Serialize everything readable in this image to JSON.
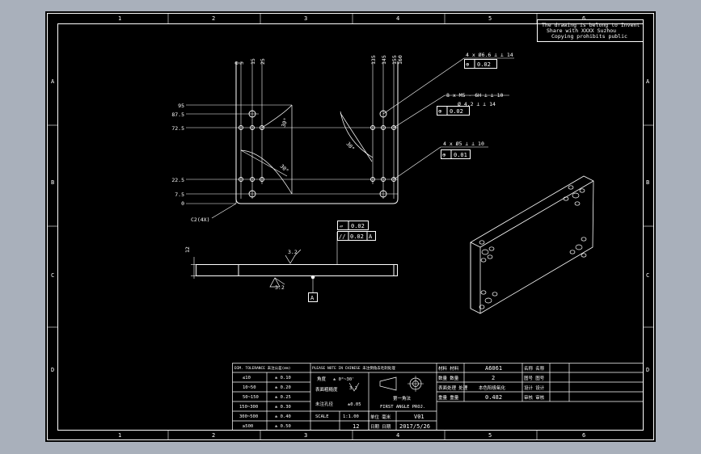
{
  "viewport_bg": "#a9b0bb",
  "sheet_bg": "#000000",
  "line_color": "#ffffff",
  "grid_cols": [
    "1",
    "2",
    "3",
    "4",
    "5",
    "6"
  ],
  "grid_rows": [
    "A",
    "B",
    "C",
    "D"
  ],
  "notice": [
    "The drawing is belong to Invent",
    "Share with XXXX Suzhou",
    "Copying prohibits public"
  ],
  "dims_top_left": [
    "0",
    "5",
    "15",
    "25"
  ],
  "dims_top_right": [
    "135",
    "145",
    "155",
    "160"
  ],
  "dims_left": [
    "95",
    "87.5",
    "72.5",
    "22.5",
    "7.5",
    "0"
  ],
  "angle_labels": [
    "30°",
    "30°",
    "30°"
  ],
  "chamfer_label": "C2(4X)",
  "callouts": [
    {
      "qty": "4 x Ø6.6 ⊥ ⊥ 14",
      "sym": "⊕",
      "tol": "0.02",
      "extra": ""
    },
    {
      "qty": "8 x M5 - 6H ⊥ ⊥ 10",
      "sym": "⊕",
      "tol": "0.02",
      "extra": "Ø 4.2 ⊥ ⊥ 14"
    },
    {
      "qty": "4 x Ø5 ⊥ ⊥ 10",
      "sym": "⊕",
      "tol": "0.01",
      "extra": ""
    }
  ],
  "side_view": {
    "thickness": "12",
    "finish_top": "3.2",
    "finish_bottom": "3.2",
    "datum": "A",
    "gdt_flat": "0.02",
    "gdt_parallel": "0.02",
    "gdt_parallel_datum": "A",
    "gdt_sym_flat": "▱",
    "gdt_sym_parallel": "//"
  },
  "title_block": {
    "tol_header": "DIM. TOLERANCE 未注公差(mm)",
    "tol_rows": [
      [
        "≤10",
        "± 0.10"
      ],
      [
        "10~50",
        "± 0.20"
      ],
      [
        "50~150",
        "± 0.25"
      ],
      [
        "150~300",
        "± 0.30"
      ],
      [
        "300~500",
        "± 0.40"
      ],
      [
        "≥500",
        "± 0.50"
      ]
    ],
    "notes_header": "PLEASE NOTE IN CHINESE 未注倒角去毛刺处理",
    "angle_row": [
      "角度",
      "± 0°~30'"
    ],
    "finish_row": [
      "表面粗糙度",
      "3.2"
    ],
    "hole_row": [
      "未注孔径",
      "±0.05"
    ],
    "scale_row": [
      "SCALE",
      "1:1.00"
    ],
    "proj_label_cn": "第一角法",
    "proj_label_en": "FIRST ANGLE PROJ.",
    "sheet_no": "12",
    "unit_label": "单位 毫米",
    "date_label": "日期 日期",
    "revision": "V01",
    "date": "2017/5/26",
    "info_rows": [
      [
        "材料 材料",
        "A6061",
        "名称 名称",
        ""
      ],
      [
        "数量 数量",
        "2",
        "图号 图号",
        ""
      ],
      [
        "表面处理 处理",
        "本色阳极氧化",
        "设计 设计",
        ""
      ],
      [
        "重量 重量",
        "0.482",
        "审核 审核",
        ""
      ]
    ]
  }
}
